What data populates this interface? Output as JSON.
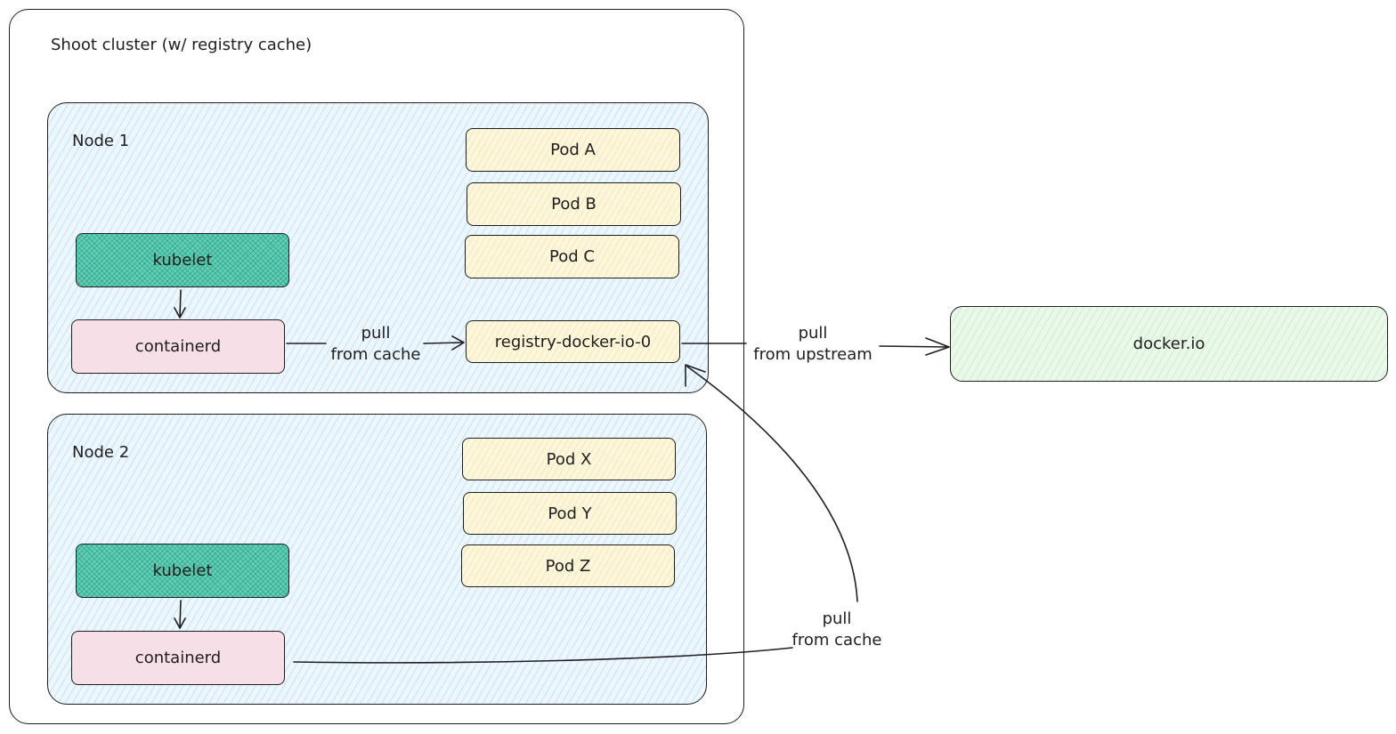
{
  "cluster": {
    "title": "Shoot cluster (w/ registry cache)"
  },
  "node1": {
    "title": "Node 1",
    "pods": [
      "Pod A",
      "Pod B",
      "Pod C"
    ],
    "kubelet": "kubelet",
    "containerd": "containerd",
    "registry": "registry-docker-io-0"
  },
  "node2": {
    "title": "Node 2",
    "pods": [
      "Pod X",
      "Pod Y",
      "Pod Z"
    ],
    "kubelet": "kubelet",
    "containerd": "containerd"
  },
  "upstream": {
    "name": "docker.io"
  },
  "edges": {
    "node1_pull": {
      "line1": "pull",
      "line2": "from cache"
    },
    "upstream_pull": {
      "line1": "pull",
      "line2": "from upstream"
    },
    "node2_pull": {
      "line1": "pull",
      "line2": "from cache"
    }
  },
  "colors": {
    "node_fill": "#edf6fc",
    "pod_fill": "#fbf6dc",
    "kubelet_fill": "#5fd1b7",
    "containerd_fill": "#f6dfe6",
    "upstream_fill": "#eaf8ea",
    "stroke": "#1e1e1e"
  }
}
